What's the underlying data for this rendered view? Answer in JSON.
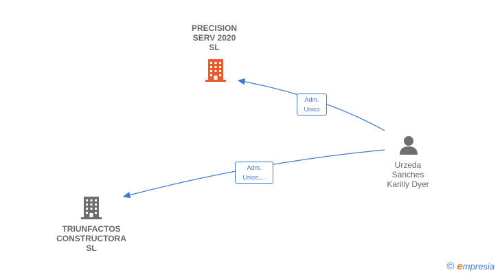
{
  "nodes": {
    "company_top": {
      "lines": [
        "PRECISION",
        "SERV 2020",
        "SL"
      ],
      "color": "#f05a2a"
    },
    "company_bottom": {
      "lines": [
        "TRIUNFACTOS",
        "CONSTRUCTORA",
        "SL"
      ],
      "color": "#6e6e6e"
    },
    "person": {
      "lines": [
        "Urzeda",
        "Sanches",
        "Karilly Dyer"
      ],
      "color": "#6e6e6e"
    }
  },
  "edges": [
    {
      "label_lines": [
        "Adm.",
        "Unico"
      ]
    },
    {
      "label_lines": [
        "Adm.",
        "Unico,..."
      ]
    }
  ],
  "edge_color": "#3a7bd5",
  "watermark": {
    "copyright": "©",
    "brand_initial": "e",
    "brand_rest": "mpresia"
  }
}
